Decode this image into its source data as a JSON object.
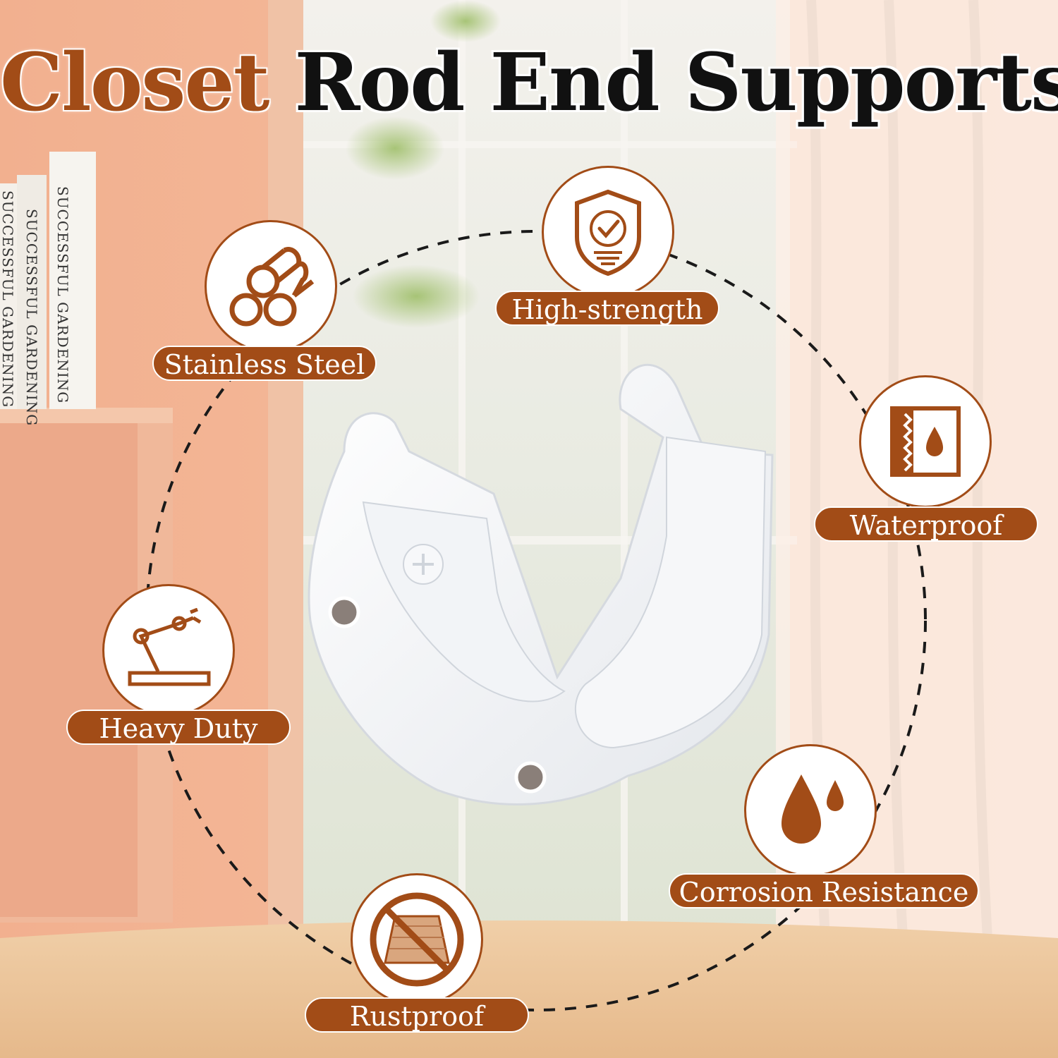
{
  "title": {
    "word1": "Closet",
    "rest": "Rod End Supports"
  },
  "books": {
    "spine_text_1": "SUCCESSFUL GARDENING",
    "spine_text_2": "SUCCESSFUL GARDENING",
    "spine_text_3": "SUCCESSFUL GARDENING"
  },
  "colors": {
    "accent": "#a24c17",
    "circle_fill": "#ffffff",
    "dashed_line": "#1a1a1a"
  },
  "features": [
    {
      "label": "High-strength",
      "icon": "shield-check-icon"
    },
    {
      "label": "Stainless Steel",
      "icon": "steel-bars-icon"
    },
    {
      "label": "Waterproof",
      "icon": "waterproof-wall-icon"
    },
    {
      "label": "Heavy Duty",
      "icon": "robotic-arm-icon"
    },
    {
      "label": "Corrosion Resistance",
      "icon": "water-drops-icon"
    },
    {
      "label": "Rustproof",
      "icon": "no-rust-icon"
    }
  ]
}
